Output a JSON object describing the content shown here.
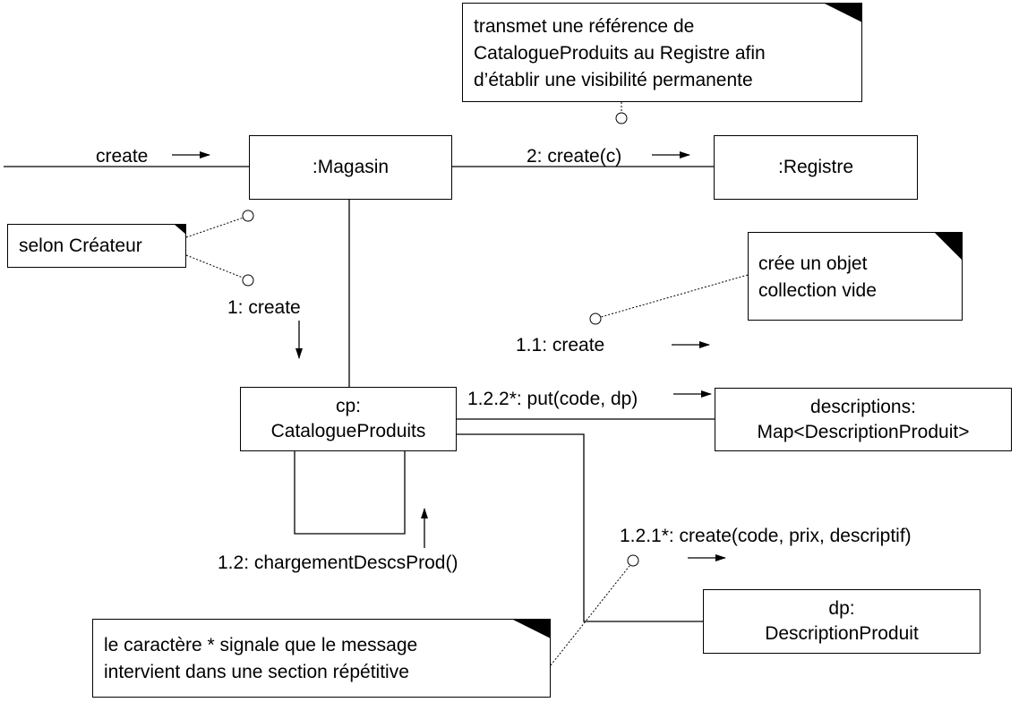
{
  "objects": {
    "magasin": ":Magasin",
    "registre": ":Registre",
    "catalogue": {
      "line1": "cp:",
      "line2": "CatalogueProduits"
    },
    "descriptions": {
      "line1": "descriptions:",
      "line2": "Map<DescriptionProduit>"
    },
    "dp": {
      "line1": "dp:",
      "line2": "DescriptionProduit"
    }
  },
  "messages": {
    "create": "create",
    "create_registre": "2: create(c)",
    "create_catalogue": "1: create",
    "create_collection": "1.1: create",
    "put": "1.2.2*: put(code, dp)",
    "chargement": "1.2: chargementDescsProd()",
    "create_description": "1.2.1*: create(code, prix, descriptif)"
  },
  "notes": {
    "visibilite": {
      "line1": "transmet une référence de",
      "line2": "CatalogueProduits au Registre afin",
      "line3": "d’établir une visibilité permanente"
    },
    "createur": "selon Créateur",
    "collection": {
      "line1": "crée un objet",
      "line2": "collection vide"
    },
    "repetition": {
      "line1": "le caractère * signale que le message",
      "line2": "intervient dans une section répétitive"
    }
  }
}
